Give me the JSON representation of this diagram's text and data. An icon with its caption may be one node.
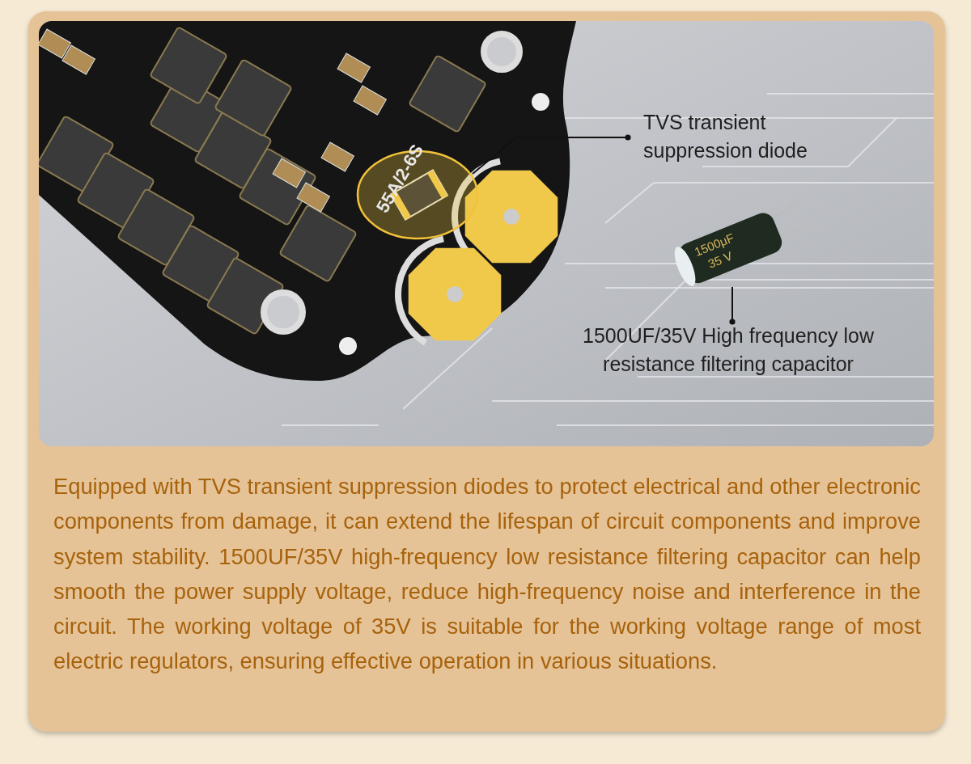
{
  "diagram": {
    "nodes": [
      {
        "text": [
          "TVS transient suppression diode"
        ]
      },
      {
        "text": [],
        "shape": "picture"
      },
      {
        "text": [
          "1500UF/35V High frequency low resistance filtering capacitor"
        ]
      },
      {
        "text": [],
        "shape": "picture"
      }
    ],
    "edges": [
      {
        "from": 0,
        "to": 1,
        "arrow": "other"
      },
      {
        "from": 2,
        "to": 3,
        "arrow": "other"
      }
    ],
    "labels": [
      "Equipped with TVS transient suppression diodes to protect electrical and other electronic components from damage, it can extend the lifespan of circuit components and improve system stability. 1500UF/35V high-frequency low resistance filtering capacitor can help smooth the power supply voltage, reduce high-frequency noise and interference in the circuit. The working voltage of 35V is suitable for the working voltage range of most electric regulators, ensuring effective operation in various situations.",
      "55A/2-6S",
      "1500μF",
      "35 V"
    ]
  }
}
